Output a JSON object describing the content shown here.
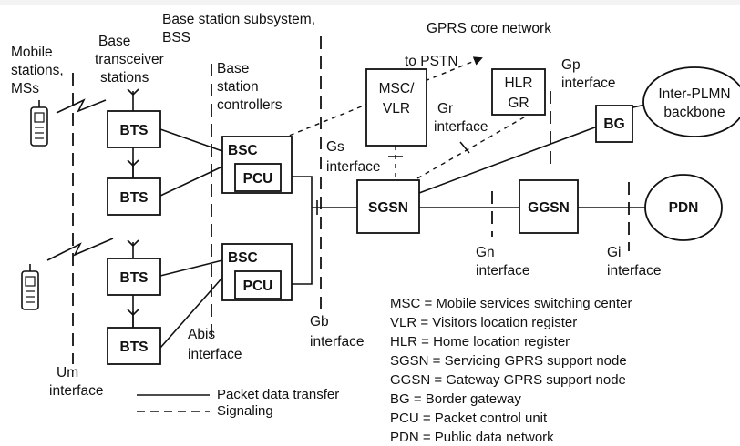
{
  "labels": {
    "mobile_stations": [
      "Mobile",
      "stations,",
      "MSs"
    ],
    "bts_stations": [
      "Base",
      "transceiver",
      "stations"
    ],
    "bss": [
      "Base station subsystem,",
      "BSS"
    ],
    "bsc_controllers": [
      "Base",
      "station",
      "controllers"
    ],
    "gprs_core": "GPRS core network",
    "to_pstn": "to PSTN",
    "gp_interface": [
      "Gp",
      "interface"
    ],
    "gr_interface": [
      "Gr",
      "interface"
    ],
    "gs_interface": [
      "Gs",
      "interface"
    ],
    "gn_interface": [
      "Gn",
      "interface"
    ],
    "gi_interface": [
      "Gi",
      "interface"
    ],
    "gb_interface": [
      "Gb",
      "interface"
    ],
    "abis_interface": [
      "Abis",
      "interface"
    ],
    "um_interface": [
      "Um",
      "interface"
    ]
  },
  "nodes": {
    "bts": "BTS",
    "bsc": "BSC",
    "pcu": "PCU",
    "msc_vlr": [
      "MSC/",
      "VLR"
    ],
    "hlr_gr": [
      "HLR",
      "GR"
    ],
    "sgsn": "SGSN",
    "ggsn": "GGSN",
    "bg": "BG",
    "inter_plmn": [
      "Inter-PLMN",
      "backbone"
    ],
    "pdn": "PDN"
  },
  "line_legend": {
    "packet": "Packet data transfer",
    "signaling": "Signaling"
  },
  "abbreviations": [
    "MSC = Mobile services switching center",
    "VLR = Visitors location register",
    "HLR = Home location register",
    "SGSN = Servicing GPRS support node",
    "GGSN = Gateway GPRS support node",
    "BG = Border gateway",
    "PCU = Packet control unit",
    "PDN = Public data network"
  ]
}
